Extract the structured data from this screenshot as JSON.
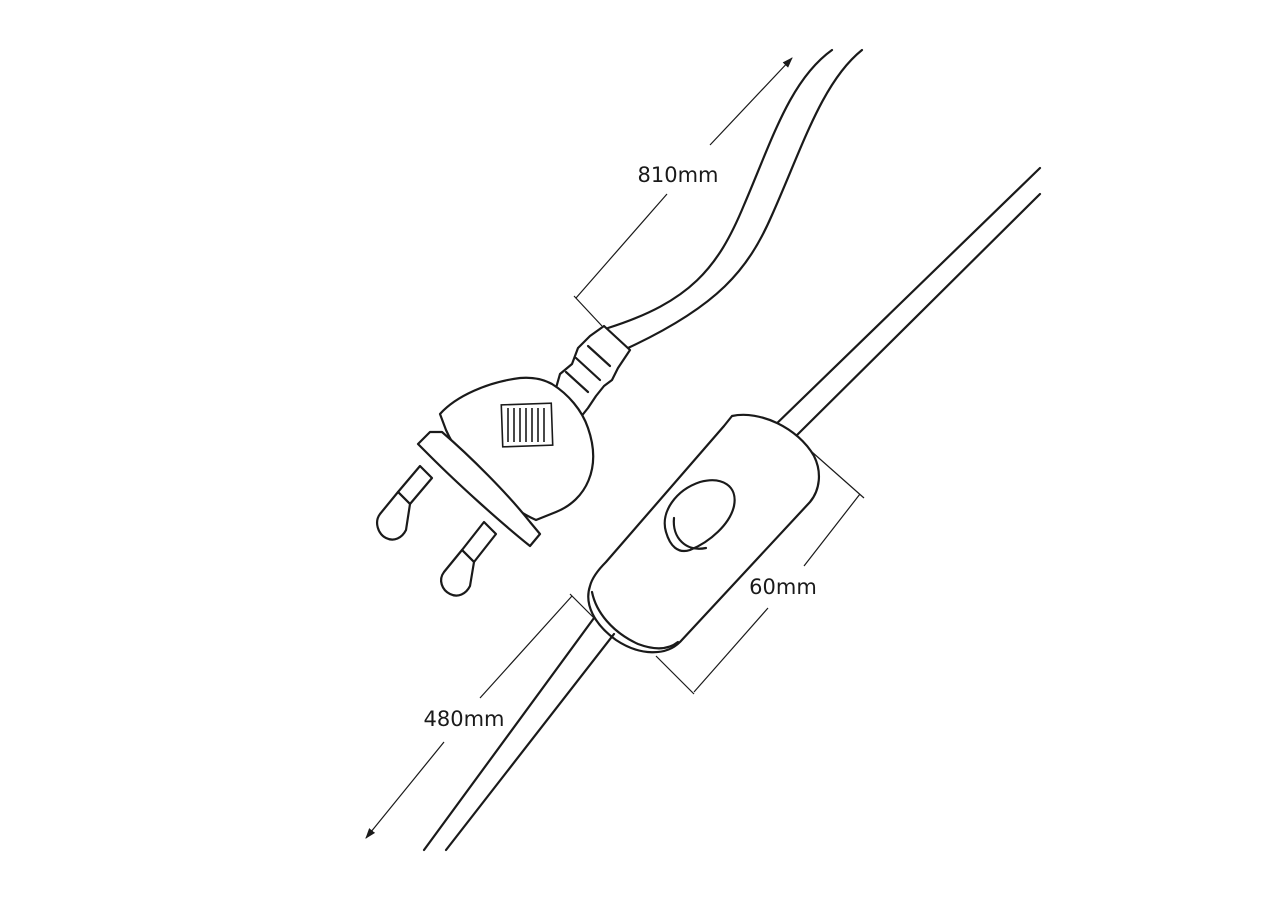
{
  "dimensions": {
    "cord_to_plug": "810mm",
    "switch_length": "60mm",
    "cord_after_switch": "480mm"
  },
  "colors": {
    "line": "#1a1a1a",
    "background": "#ffffff"
  }
}
